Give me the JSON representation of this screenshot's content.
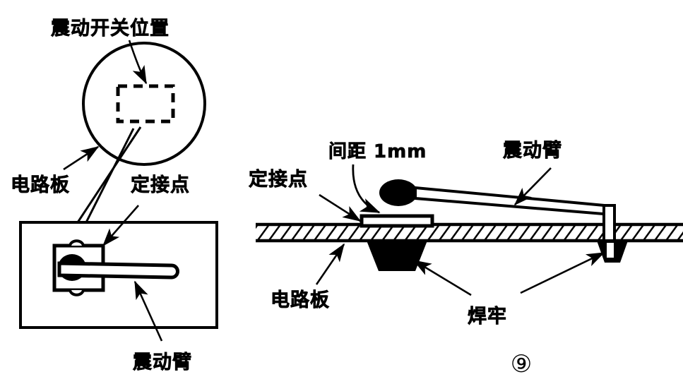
{
  "figure": {
    "number": "⑨",
    "caption_number_plain": "9",
    "ink_color": "#000000",
    "background_color": "#ffffff"
  },
  "left_view": {
    "name": "top-view-of-circuit-board",
    "labels": {
      "switch_position": "震动开关位置",
      "circuit_board": "电路板",
      "fixed_contact": "定接点",
      "vibration_arm": "震动臂"
    }
  },
  "right_view": {
    "name": "side-section-view",
    "labels": {
      "fixed_contact": "定接点",
      "gap": "间距 1mm",
      "vibration_arm": "震动臂",
      "circuit_board": "电路板",
      "solder_firmly": "焊牢"
    }
  }
}
